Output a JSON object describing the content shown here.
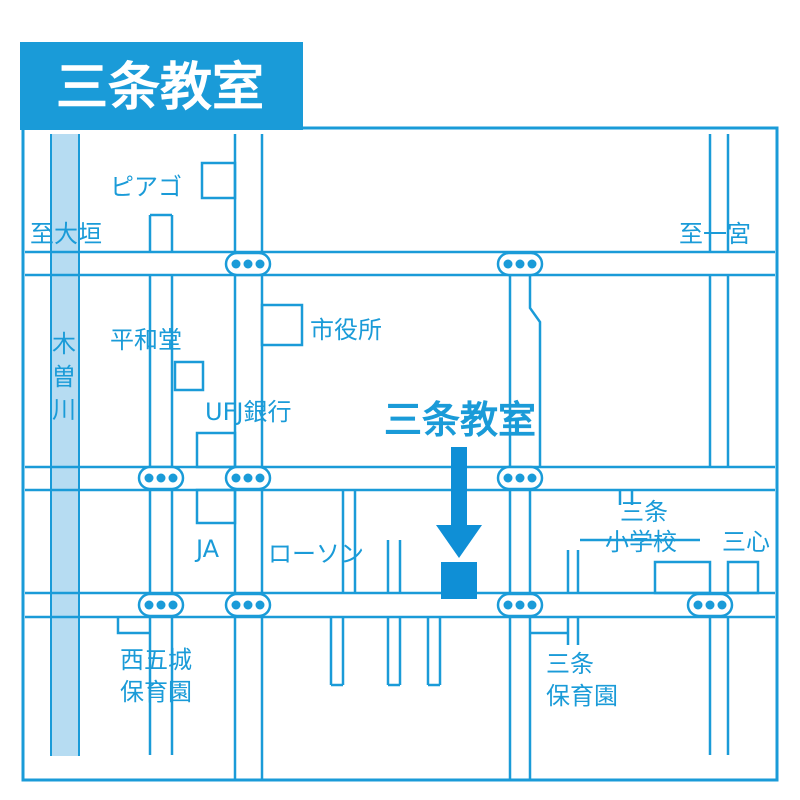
{
  "title": "三条教室",
  "river": {
    "label_lines": [
      "木",
      "曽",
      "川"
    ]
  },
  "destination": {
    "label": "三条教室"
  },
  "landmarks": {
    "piago": "ピアゴ",
    "to_ogaki": "至大垣",
    "to_ichinomiya": "至一宮",
    "heiwado": "平和堂",
    "city_hall": "市役所",
    "ufj_bank": "UFJ銀行",
    "ja": "JA",
    "lawson": "ローソン",
    "sanjo_elementary": [
      "三条",
      "小学校"
    ],
    "sanshin": "三心",
    "saigojo_nursery": [
      "西五城",
      "保育園"
    ],
    "sanjo_nursery": [
      "三条",
      "保育園"
    ]
  },
  "colors": {
    "accent": "#1a9bd8",
    "river": "#b6dcf2",
    "destination_block": "#0f8fd6",
    "background": "#ffffff"
  },
  "icons": {
    "traffic_signal": "traffic-signal-icon",
    "arrow": "down-arrow-icon"
  }
}
